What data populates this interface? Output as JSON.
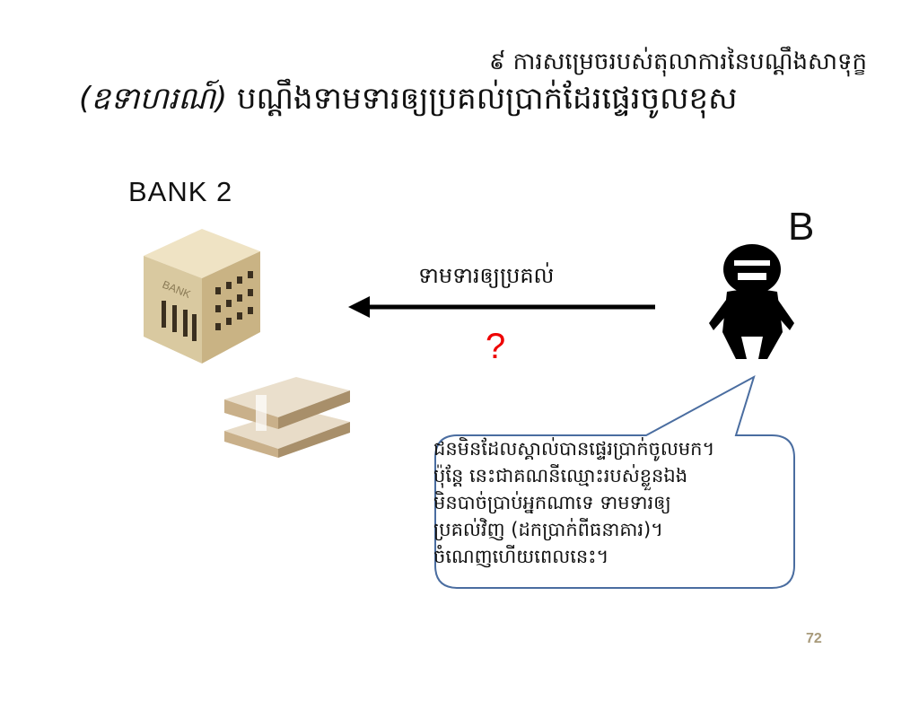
{
  "header": {
    "subtitle": "៩  ការសម្រេចរបស់តុលាការនៃបណ្ដឹងសាទុក្ខ",
    "title_prefix": "(ឧទាហរណ៍)",
    "title": "បណ្ដឹងទាមទារឲ្យប្រគល់ប្រាក់ដែរផ្ទេរចូលខុស"
  },
  "diagram": {
    "bank_label": "BANK  2",
    "bank_sign": "BANK",
    "person_label": "B",
    "arrow_label": "ទាមទារឲ្យប្រគល់",
    "question_mark": "?"
  },
  "speech_bubble": {
    "lines": [
      "ជនមិនដែលស្គាល់បានផ្ទេរប្រាក់ចូលមក។",
      "ប៉ុន្តែ នេះជាគណនីឈ្មោះរបស់ខ្លួនឯង",
      "មិនបាច់ប្រាប់អ្នកណាទេ ទាមទារឲ្យ",
      "ប្រគល់វិញ (ដកប្រាក់ពីធនាគារ)។",
      "ចំណេញហើយពេលនេះ។"
    ]
  },
  "footer": {
    "page_number": "72"
  }
}
